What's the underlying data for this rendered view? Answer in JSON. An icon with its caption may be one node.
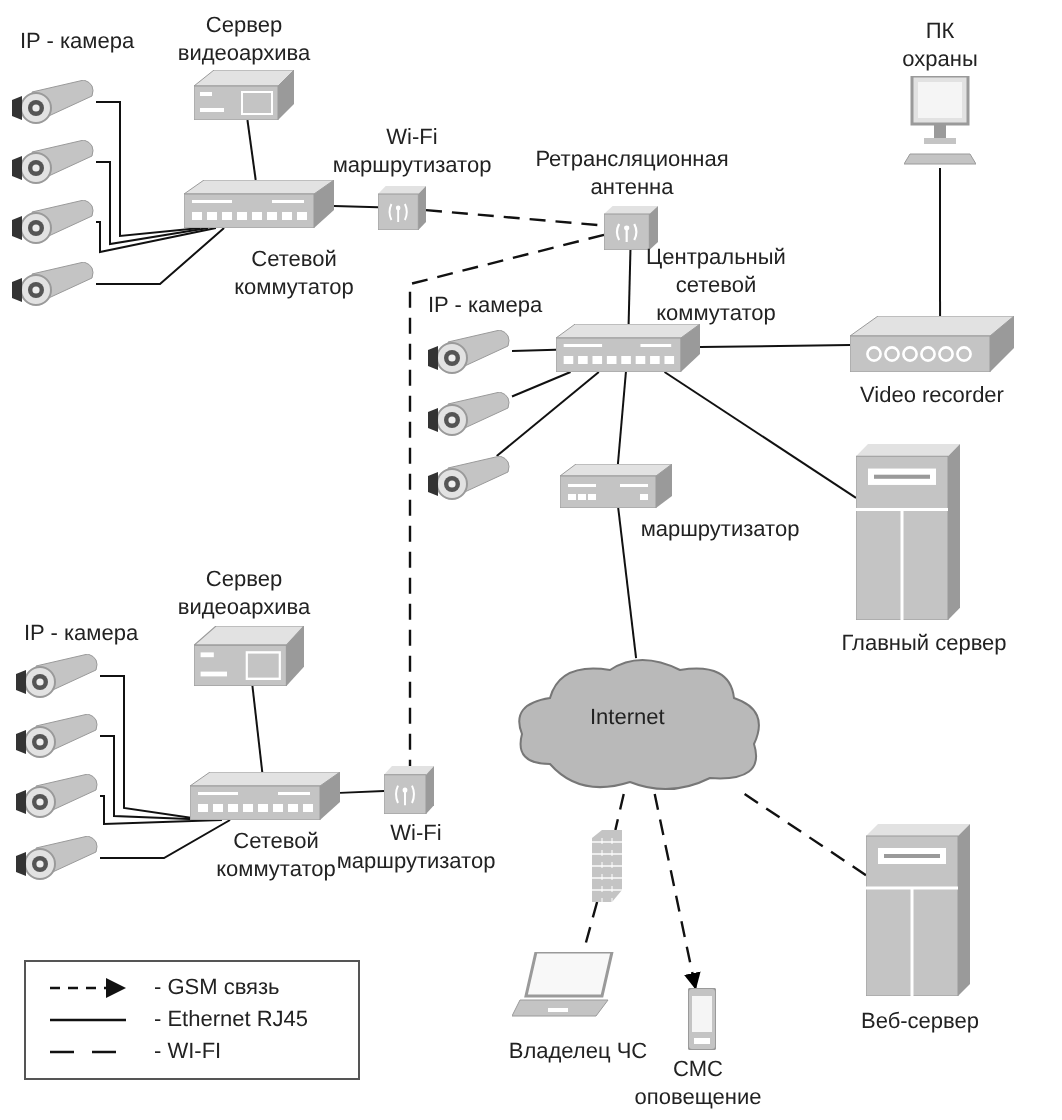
{
  "diagram": {
    "nodes": [
      {
        "text": [
          "Сервер видеоархива"
        ]
      },
      {
        "text": [
          "Сетевой коммутатор"
        ]
      },
      {
        "text": [
          "Wi-Fi маршрутизатор"
        ]
      },
      {
        "text": [],
        "shape": "camera"
      },
      {
        "text": [],
        "shape": "camera"
      },
      {
        "text": [],
        "shape": "camera"
      },
      {
        "text": [],
        "shape": "camera"
      },
      {
        "text": [
          "Ретрансляционная антенна"
        ]
      },
      {
        "text": [
          "Центральный сетевой коммутатор"
        ]
      },
      {
        "text": [],
        "shape": "camera"
      },
      {
        "text": [],
        "shape": "camera"
      },
      {
        "text": [],
        "shape": "camera"
      },
      {
        "text": [
          "маршрутизатор"
        ]
      },
      {
        "text": [
          "ПК охраны"
        ]
      },
      {
        "text": [
          "Video recorder"
        ]
      },
      {
        "text": [
          "Главный сервер"
        ]
      },
      {
        "text": [
          "Сервер видеоархива"
        ]
      },
      {
        "text": [
          "Сетевой коммутатор"
        ]
      },
      {
        "text": [
          "Wi-Fi маршрутизатор"
        ]
      },
      {
        "text": [],
        "shape": "camera"
      },
      {
        "text": [],
        "shape": "camera"
      },
      {
        "text": [],
        "shape": "camera"
      },
      {
        "text": [],
        "shape": "camera"
      },
      {
        "text": [
          "Internet"
        ]
      },
      {
        "text": [],
        "shape": "wall"
      },
      {
        "text": [
          "Владелец ЧС"
        ]
      },
      {
        "text": [
          "СМС оповещение"
        ]
      },
      {
        "text": [
          "Веб-сервер"
        ]
      }
    ],
    "edges": [
      {
        "from": 3,
        "to": 1,
        "arrow": "none"
      },
      {
        "from": 4,
        "to": 1,
        "arrow": "none"
      },
      {
        "from": 5,
        "to": 1,
        "arrow": "none"
      },
      {
        "from": 6,
        "to": 1,
        "arrow": "none"
      },
      {
        "from": 0,
        "to": 1,
        "arrow": "none"
      },
      {
        "from": 1,
        "to": 2,
        "arrow": "none"
      },
      {
        "from": 2,
        "to": 7,
        "arrow": "none",
        "style": "dashed"
      },
      {
        "from": 7,
        "to": 18,
        "arrow": "none",
        "style": "dashed"
      },
      {
        "from": 7,
        "to": 8,
        "arrow": "none"
      },
      {
        "from": 9,
        "to": 8,
        "arrow": "none"
      },
      {
        "from": 10,
        "to": 8,
        "arrow": "none"
      },
      {
        "from": 11,
        "to": 8,
        "arrow": "none"
      },
      {
        "from": 8,
        "to": 14,
        "arrow": "none"
      },
      {
        "from": 8,
        "to": 12,
        "arrow": "none"
      },
      {
        "from": 8,
        "to": 15,
        "arrow": "none"
      },
      {
        "from": 14,
        "to": 13,
        "arrow": "none"
      },
      {
        "from": 12,
        "to": 23,
        "arrow": "none"
      },
      {
        "from": 19,
        "to": 17,
        "arrow": "none"
      },
      {
        "from": 20,
        "to": 17,
        "arrow": "none"
      },
      {
        "from": 21,
        "to": 17,
        "arrow": "none"
      },
      {
        "from": 22,
        "to": 17,
        "arrow": "none"
      },
      {
        "from": 16,
        "to": 17,
        "arrow": "none"
      },
      {
        "from": 17,
        "to": 18,
        "arrow": "none"
      },
      {
        "from": 23,
        "to": 24,
        "arrow": "none",
        "style": "dashed"
      },
      {
        "from": 24,
        "to": 25,
        "arrow": "none",
        "style": "dashed"
      },
      {
        "from": 23,
        "to": 26,
        "arrow": "to",
        "style": "dashed"
      },
      {
        "from": 23,
        "to": 27,
        "arrow": "none",
        "style": "dashed"
      }
    ],
    "labels": [
      "IP - камера",
      "IP - камера",
      "IP - камера"
    ],
    "legend": [
      {
        "text": "- GSM связь"
      },
      {
        "text": "- Ethernet RJ45"
      },
      {
        "text": "- WI-FI"
      }
    ]
  }
}
